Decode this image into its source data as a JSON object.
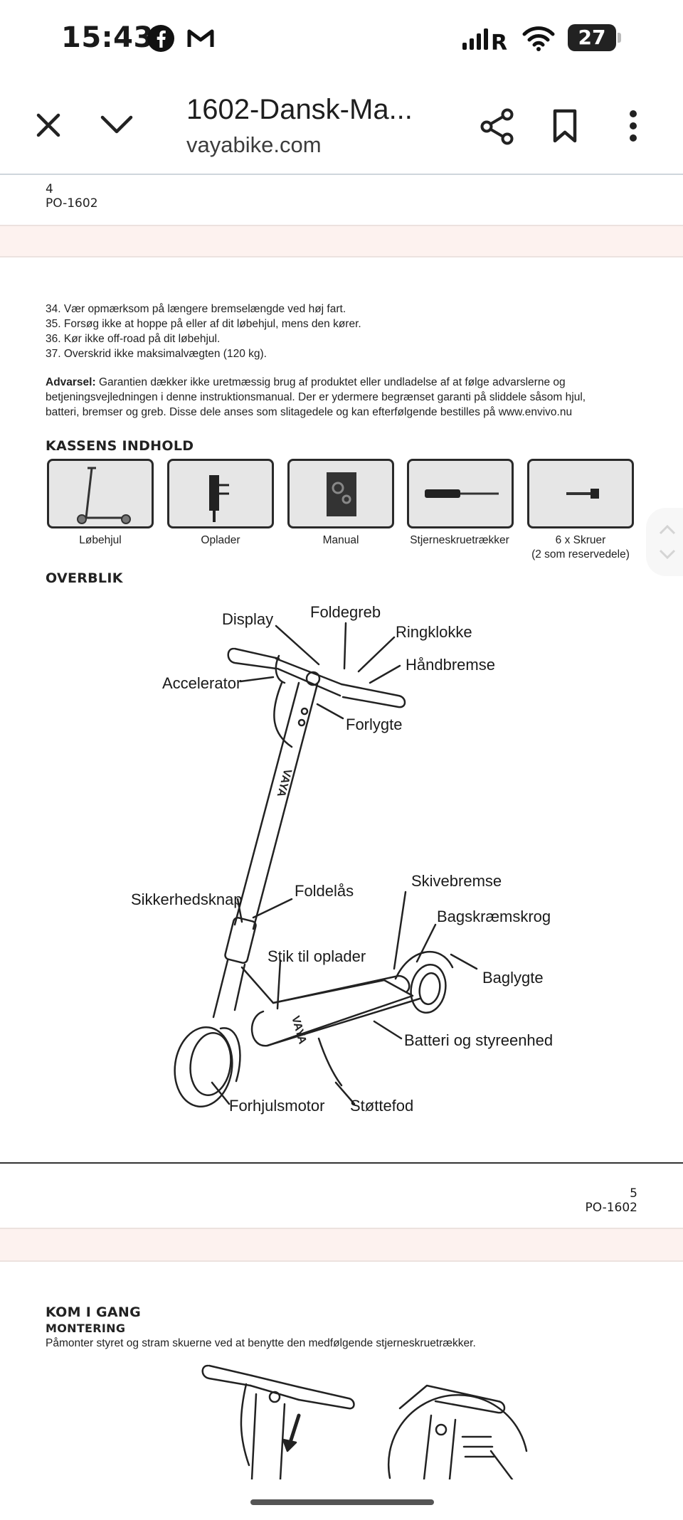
{
  "status": {
    "time": "15:43",
    "battery": "27"
  },
  "browser": {
    "title": "1602-Dansk-Ma...",
    "url": "vayabike.com"
  },
  "page4": {
    "number": "4",
    "model": "PO-1602"
  },
  "warnings": [
    "34.   Vær opmærksom på længere bremselængde ved høj fart.",
    "35.   Forsøg ikke at hoppe på eller af dit løbehjul, mens den kører.",
    "36.   Kør ikke off-road på dit løbehjul.",
    "37.   Overskrid ikke maksimalvægten (120 kg)."
  ],
  "advarsel": {
    "label": "Advarsel:",
    "lines": [
      " Garantien dækker ikke uretmæssig brug af produktet eller undladelse af at følge advarslerne og",
      "betjeningsvejledningen i denne instruktionsmanual. Der er ydermere begrænset garanti på sliddele såsom hjul,",
      "batteri, bremser og greb. Disse dele anses som slitagedele og kan efterfølgende bestilles på www.envivo.nu"
    ]
  },
  "contents": {
    "heading": "KASSENS INDHOLD",
    "items": [
      {
        "label": "Løbehjul",
        "icon": "scooter-icon"
      },
      {
        "label": "Oplader",
        "icon": "charger-icon"
      },
      {
        "label": "Manual",
        "icon": "manual-icon"
      },
      {
        "label": "Stjerneskruetrækker",
        "icon": "screwdriver-icon"
      },
      {
        "label": "6 x Skruer",
        "label2": "(2 som reservedele)",
        "icon": "screw-icon"
      }
    ]
  },
  "overview": {
    "heading": "OVERBLIK",
    "labels": {
      "display": "Display",
      "foldegreb": "Foldegreb",
      "ringklokke": "Ringklokke",
      "handbremse": "Håndbremse",
      "accelerator": "Accelerator",
      "forlygte": "Forlygte",
      "sikkerhedsknap": "Sikkerhedsknap",
      "foldelas": "Foldelås",
      "skivebremse": "Skivebremse",
      "bagskraemskrog": "Bagskræmskrog",
      "baglygte": "Baglygte",
      "stik": "Stik til oplader",
      "batteri": "Batteri og styreenhed",
      "forhjulsmotor": "Forhjulsmotor",
      "stottefod": "Støttefod"
    },
    "brand": "VAYA"
  },
  "page5": {
    "number": "5",
    "model": "PO-1602"
  },
  "getstarted": {
    "heading": "KOM I GANG",
    "subheading": "MONTERING",
    "text": "Påmonter styret og stram skuerne ved at benytte den medfølgende stjerneskruetrækker."
  }
}
